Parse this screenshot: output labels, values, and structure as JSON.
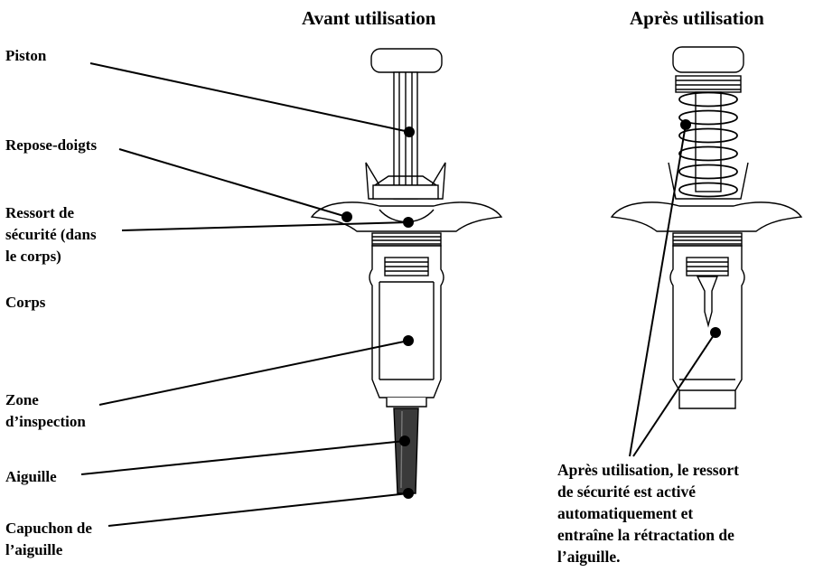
{
  "headings": {
    "before": "Avant utilisation",
    "after": "Après utilisation"
  },
  "labels": {
    "piston": "Piston",
    "finger_rest": "Repose-doigts",
    "safety_spring": [
      "Ressort de",
      "sécurité (dans",
      "le corps)"
    ],
    "body": "Corps",
    "inspection_zone": [
      "Zone",
      "d’inspection"
    ],
    "needle": "Aiguille",
    "needle_cap": [
      "Capuchon de",
      "l’aiguille"
    ]
  },
  "note": [
    "Après utilisation, le ressort",
    "de sécurité est activé",
    "automatiquement et",
    "entraîne la rétractation de",
    "l’aiguille."
  ]
}
